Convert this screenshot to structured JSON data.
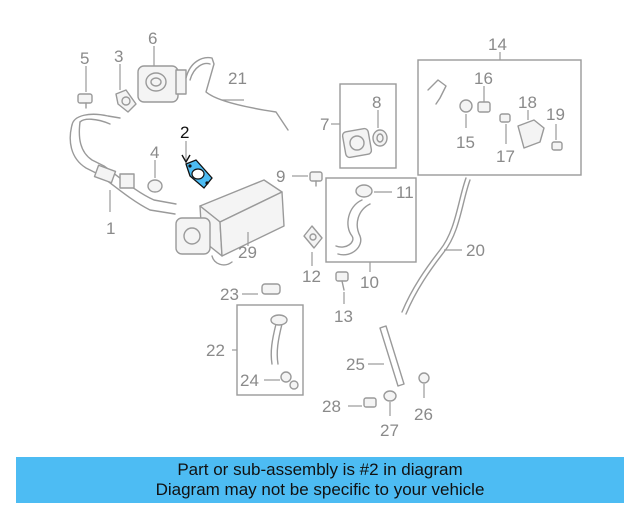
{
  "diagram": {
    "highlight_color": "#4dbcf3",
    "labels": {
      "l1": "1",
      "l2": "2",
      "l3": "3",
      "l4": "4",
      "l5": "5",
      "l6": "6",
      "l7": "7",
      "l8": "8",
      "l9": "9",
      "l10": "10",
      "l11": "11",
      "l12": "12",
      "l13": "13",
      "l14": "14",
      "l15": "15",
      "l16": "16",
      "l17": "17",
      "l18": "18",
      "l19": "19",
      "l20": "20",
      "l21": "21",
      "l22": "22",
      "l23": "23",
      "l24": "24",
      "l25": "25",
      "l26": "26",
      "l27": "27",
      "l28": "28",
      "l29": "29"
    }
  },
  "banner": {
    "line1": "Part or sub-assembly is #2 in diagram",
    "line2": "Diagram may not be specific to your vehicle"
  }
}
